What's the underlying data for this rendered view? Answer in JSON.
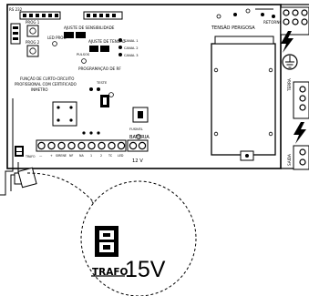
{
  "board": {
    "top_label": "RS 232",
    "label_sensibilidade": "AJUSTE DE SENSIBILIDADE",
    "label_tensao": "AJUSTE DE TENSÃO",
    "label_led_prog": "LED PROG",
    "label_prog1": "PROG 1",
    "label_prog2": "PROG 2",
    "label_canal1": "CANAL 1",
    "label_canal2": "CANAL 2",
    "label_canal3": "CANAL 3",
    "label_pulsos": "PULSOS",
    "label_rf": "PROGRAMAÇÃO DE RF",
    "label_teste": "TESTE",
    "label_aviso1": "FUNÇÃO DE CURTO-CIRCUITO",
    "label_aviso2": "PROFISSIONAL COM CERTIFICADO",
    "label_aviso3": "INMETRO",
    "label_fusivel": "FUSIVEL",
    "label_bateria": "BATERIA",
    "label_12v": "12 V",
    "label_tensao_perigosa": "TENSÃO PERIGOSA",
    "label_retorno": "RETORNO",
    "label_terra": "TERRA",
    "label_saida": "SAIDA",
    "label_trafo_small": "TRAFO",
    "terminal_labels": [
      "—",
      "+",
      "SIRENE",
      "NF",
      "NA",
      "1",
      "2",
      "TC",
      "LED"
    ]
  },
  "zoom": {
    "label": "TRAFO",
    "voltage": "15V"
  }
}
